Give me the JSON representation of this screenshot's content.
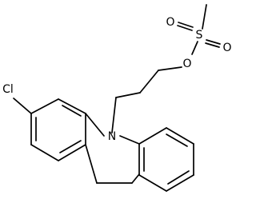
{
  "molecule": {
    "atoms": {
      "methyl": "",
      "sulfur": "S",
      "oxygen_top": "O",
      "oxygen_bottom": "O",
      "oxygen_ester": "O",
      "chlorine": "Cl",
      "nitrogen": "N"
    }
  }
}
